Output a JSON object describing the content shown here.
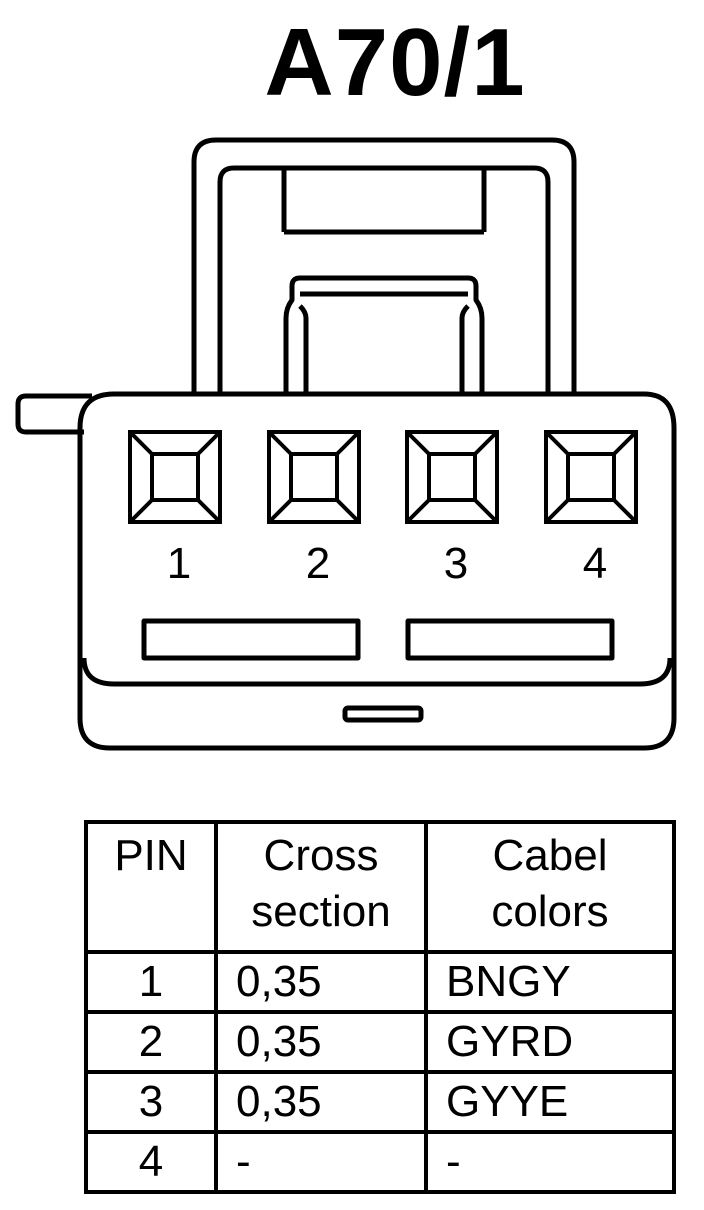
{
  "connector": {
    "title": "A70/1",
    "pins": [
      "1",
      "2",
      "3",
      "4"
    ]
  },
  "table": {
    "headers": {
      "pin": "PIN",
      "cross_line1": "Cross",
      "cross_line2": "section",
      "color_line1": "Cabel",
      "color_line2": "colors"
    },
    "rows": [
      {
        "pin": "1",
        "cross_section": "0,35",
        "color": "BNGY"
      },
      {
        "pin": "2",
        "cross_section": "0,35",
        "color": "GYRD"
      },
      {
        "pin": "3",
        "cross_section": "0,35",
        "color": "GYYE"
      },
      {
        "pin": "4",
        "cross_section": "-",
        "color": "-"
      }
    ]
  }
}
